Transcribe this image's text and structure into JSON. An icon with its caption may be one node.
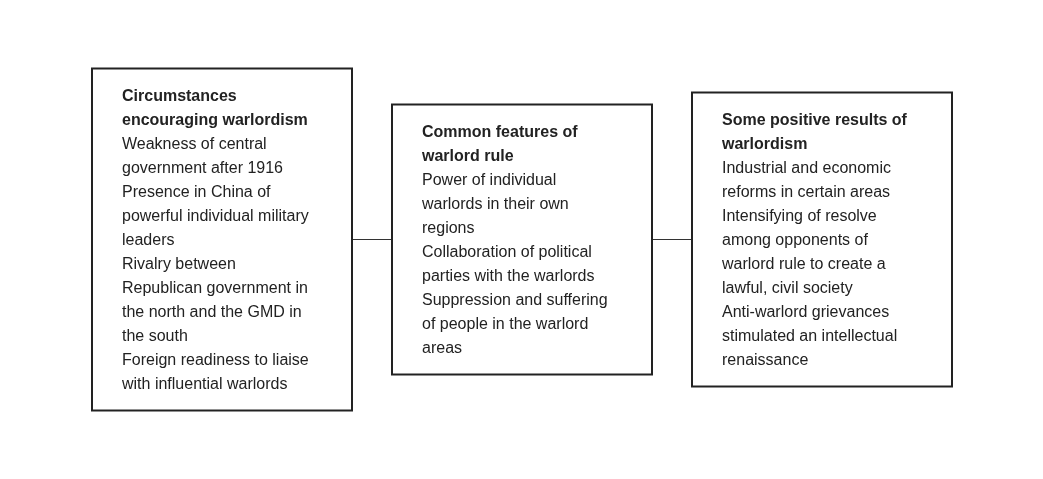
{
  "diagram": {
    "nodes": [
      {
        "text": [
          "Circumstances encouraging warlordism",
          "Weakness of central government after 1916",
          "Presence in China of powerful individual military leaders",
          "Rivalry between Republican government in the north and the GMD in the south",
          "Foreign readiness to liaise with influential warlords"
        ]
      },
      {
        "text": [
          "Common features of warlord rule",
          "Power of individual warlords in their own regions",
          "Collaboration of political parties with the warlords",
          "Suppression and suffering of people in the warlord areas"
        ]
      },
      {
        "text": [
          "Some positive results of warlordism",
          "Industrial and economic reforms in certain areas",
          "Intensifying of resolve among opponents of warlord rule to create a lawful, civil society",
          "Anti-warlord grievances stimulated an intellectual renaissance"
        ]
      }
    ],
    "edges": [
      {
        "from": 0,
        "to": 1,
        "arrow": "none"
      },
      {
        "from": 1,
        "to": 2,
        "arrow": "none"
      }
    ]
  }
}
